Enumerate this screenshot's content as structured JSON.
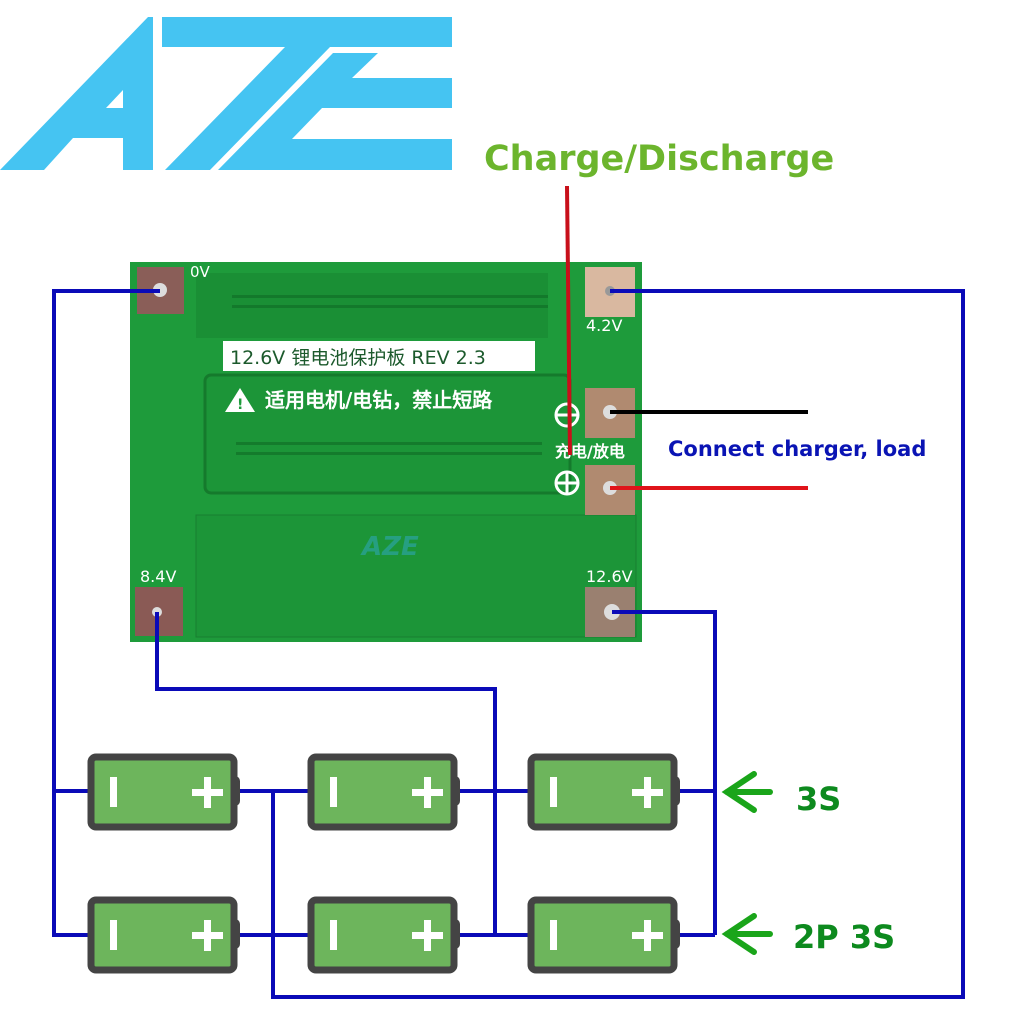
{
  "logo": {
    "text": "AZE",
    "color": "#45c4f2"
  },
  "title": {
    "text": "Charge/Discharge",
    "color": "#6cb52d"
  },
  "pcb": {
    "model_label": "12.6V 锂电池保护板 REV 2.3",
    "warning_label": "适用电机/电钻，禁止短路",
    "terminal_cn_label": "充电/放电",
    "watermark": "AZE",
    "board_color": "#1f9a3a",
    "pads": [
      {
        "id": "0v",
        "label": "0V"
      },
      {
        "id": "4-2v",
        "label": "4.2V"
      },
      {
        "id": "8-4v",
        "label": "8.4V"
      },
      {
        "id": "12-6v",
        "label": "12.6V"
      },
      {
        "id": "p-minus",
        "label": "⊖"
      },
      {
        "id": "p-plus",
        "label": "⊕"
      }
    ]
  },
  "connect_label": {
    "text": "Connect charger, load",
    "color": "#0a14b4"
  },
  "wire_colors": {
    "balance": "#0a0ab8",
    "negative": "#000000",
    "positive": "#e0141a",
    "indicator": "#c8101a"
  },
  "battery": {
    "minus": "I",
    "plus": "+",
    "fill": "#6db55c",
    "border": "#444444"
  },
  "rows": [
    {
      "label": "3S",
      "cells": 3
    },
    {
      "label": "2P 3S",
      "cells": 3
    }
  ],
  "arrow_color": "#1aa51a",
  "row_label_color": "#0d8a1e"
}
